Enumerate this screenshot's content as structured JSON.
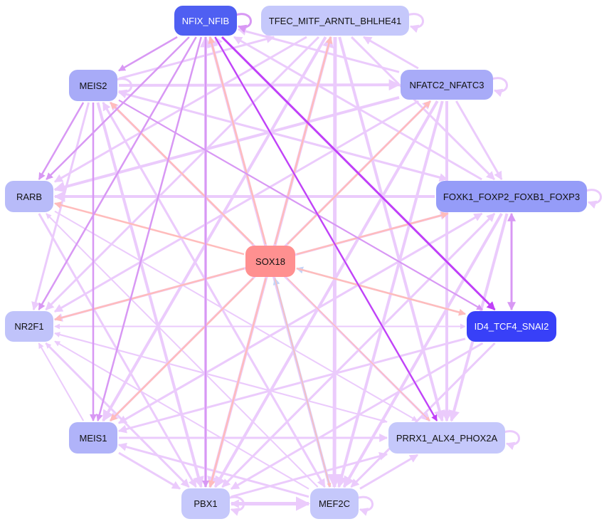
{
  "nodes": [
    {
      "id": "nfix",
      "label": "NFIX_NFIB",
      "fill": "#4f5ff2",
      "text": "#ffffff"
    },
    {
      "id": "tfec",
      "label": "TFEC_MITF_ARNTL_BHLHE41",
      "fill": "#c5c8fb",
      "text": "#111111"
    },
    {
      "id": "meis2",
      "label": "MEIS2",
      "fill": "#a8abf8",
      "text": "#111111"
    },
    {
      "id": "nfatc",
      "label": "NFATC2_NFATC3",
      "fill": "#a8abf8",
      "text": "#111111"
    },
    {
      "id": "rarb",
      "label": "RARB",
      "fill": "#b8bbf9",
      "text": "#111111"
    },
    {
      "id": "foxk",
      "label": "FOXK1_FOXP2_FOXB1_FOXP3",
      "fill": "#959cf8",
      "text": "#111111"
    },
    {
      "id": "sox",
      "label": "SOX18",
      "fill": "#ff9090",
      "text": "#111111"
    },
    {
      "id": "nr2f1",
      "label": "NR2F1",
      "fill": "#c0c3fa",
      "text": "#111111"
    },
    {
      "id": "id4",
      "label": "ID4_TCF4_SNAI2",
      "fill": "#3840f8",
      "text": "#ffffff"
    },
    {
      "id": "meis1",
      "label": "MEIS1",
      "fill": "#b0b3f9",
      "text": "#111111"
    },
    {
      "id": "prrx",
      "label": "PRRX1_ALX4_PHOX2A",
      "fill": "#c5c8fb",
      "text": "#111111"
    },
    {
      "id": "pbx1",
      "label": "PBX1",
      "fill": "#c5c8fb",
      "text": "#111111"
    },
    {
      "id": "mef2c",
      "label": "MEF2C",
      "fill": "#c5c8fb",
      "text": "#111111"
    }
  ],
  "edge_colors": {
    "light": "#ebcbfc",
    "mid": "#d898f4",
    "strong": "#c040f8",
    "repress": "#ffbcbc",
    "blue": "#c4d4f8"
  },
  "edges": [
    [
      "nfix",
      "id4",
      "strong",
      3
    ],
    [
      "nfix",
      "prrx",
      "strong",
      2.2
    ],
    [
      "meis2",
      "id4",
      "mid",
      2.2
    ],
    [
      "foxk",
      "id4",
      "mid",
      3
    ],
    [
      "id4",
      "foxk",
      "mid",
      3
    ],
    [
      "nfix",
      "meis2",
      "mid",
      2.5
    ],
    [
      "nfix",
      "rarb",
      "mid",
      2.5
    ],
    [
      "nfix",
      "nr2f1",
      "mid",
      2.5
    ],
    [
      "nfix",
      "meis1",
      "mid",
      2.5
    ],
    [
      "nfix",
      "pbx1",
      "mid",
      2.5
    ],
    [
      "meis2",
      "rarb",
      "mid",
      2.5
    ],
    [
      "meis2",
      "meis1",
      "mid",
      2.5
    ],
    [
      "meis2",
      "nr2f1",
      "light",
      3
    ],
    [
      "sox",
      "nfix",
      "repress",
      2.5
    ],
    [
      "sox",
      "meis2",
      "repress",
      2.5
    ],
    [
      "sox",
      "rarb",
      "repress",
      2.5
    ],
    [
      "sox",
      "nr2f1",
      "repress",
      2.5
    ],
    [
      "sox",
      "meis1",
      "repress",
      2.5
    ],
    [
      "sox",
      "pbx1",
      "repress",
      2.5
    ],
    [
      "sox",
      "tfec",
      "repress",
      2.5
    ],
    [
      "sox",
      "nfatc",
      "repress",
      2.5
    ],
    [
      "sox",
      "foxk",
      "repress",
      2.5
    ],
    [
      "sox",
      "id4",
      "repress",
      2.5
    ],
    [
      "sox",
      "prrx",
      "repress",
      1.5
    ],
    [
      "sox",
      "mef2c",
      "repress",
      1.5
    ],
    [
      "mef2c",
      "sox",
      "blue",
      2.5
    ],
    [
      "id4",
      "sox",
      "blue",
      2.5
    ],
    [
      "meis2",
      "tfec",
      "light",
      3
    ],
    [
      "meis2",
      "nfatc",
      "light",
      4
    ],
    [
      "meis2",
      "foxk",
      "light",
      3
    ],
    [
      "meis2",
      "prrx",
      "light",
      3
    ],
    [
      "meis2",
      "pbx1",
      "light",
      4
    ],
    [
      "meis2",
      "mef2c",
      "light",
      3
    ],
    [
      "nfatc",
      "nfix",
      "light",
      3
    ],
    [
      "nfatc",
      "rarb",
      "light",
      4
    ],
    [
      "nfatc",
      "nr2f1",
      "light",
      3
    ],
    [
      "nfatc",
      "meis1",
      "light",
      3
    ],
    [
      "nfatc",
      "pbx1",
      "light",
      4
    ],
    [
      "nfatc",
      "mef2c",
      "light",
      4
    ],
    [
      "nfatc",
      "prrx",
      "light",
      4
    ],
    [
      "nfatc",
      "foxk",
      "light",
      3
    ],
    [
      "nfatc",
      "tfec",
      "light",
      3
    ],
    [
      "foxk",
      "rarb",
      "light",
      4
    ],
    [
      "foxk",
      "nr2f1",
      "light",
      3
    ],
    [
      "foxk",
      "meis1",
      "light",
      3
    ],
    [
      "foxk",
      "pbx1",
      "light",
      3
    ],
    [
      "foxk",
      "mef2c",
      "light",
      4
    ],
    [
      "foxk",
      "prrx",
      "light",
      4
    ],
    [
      "foxk",
      "nfix",
      "light",
      3
    ],
    [
      "foxk",
      "meis2",
      "light",
      3
    ],
    [
      "tfec",
      "rarb",
      "light",
      3
    ],
    [
      "tfec",
      "nr2f1",
      "light",
      3
    ],
    [
      "tfec",
      "meis1",
      "light",
      4
    ],
    [
      "tfec",
      "pbx1",
      "light",
      4
    ],
    [
      "tfec",
      "mef2c",
      "light",
      5
    ],
    [
      "tfec",
      "prrx",
      "light",
      4
    ],
    [
      "tfec",
      "foxk",
      "light",
      3
    ],
    [
      "rarb",
      "pbx1",
      "light",
      3
    ],
    [
      "rarb",
      "prrx",
      "light",
      2
    ],
    [
      "nr2f1",
      "id4",
      "light",
      2
    ],
    [
      "nr2f1",
      "foxk",
      "light",
      3
    ],
    [
      "nr2f1",
      "prrx",
      "light",
      2
    ],
    [
      "nr2f1",
      "pbx1",
      "light",
      3
    ],
    [
      "meis1",
      "prrx",
      "light",
      3
    ],
    [
      "meis1",
      "pbx1",
      "light",
      3
    ],
    [
      "meis1",
      "nr2f1",
      "light",
      2
    ],
    [
      "meis1",
      "foxk",
      "light",
      3
    ],
    [
      "meis1",
      "nfatc",
      "light",
      3
    ],
    [
      "pbx1",
      "mef2c",
      "light",
      5
    ],
    [
      "mef2c",
      "pbx1",
      "light",
      3
    ],
    [
      "pbx1",
      "prrx",
      "light",
      3
    ],
    [
      "pbx1",
      "nfix",
      "light",
      4
    ],
    [
      "pbx1",
      "tfec",
      "light",
      4
    ],
    [
      "pbx1",
      "foxk",
      "light",
      3
    ],
    [
      "pbx1",
      "nr2f1",
      "light",
      2
    ],
    [
      "mef2c",
      "meis1",
      "light",
      3
    ],
    [
      "mef2c",
      "nr2f1",
      "light",
      2
    ],
    [
      "mef2c",
      "prrx",
      "light",
      3
    ],
    [
      "mef2c",
      "nfix",
      "light",
      4
    ],
    [
      "mef2c",
      "rarb",
      "light",
      2
    ],
    [
      "mef2c",
      "meis2",
      "light",
      3
    ],
    [
      "prrx",
      "nr2f1",
      "light",
      2
    ],
    [
      "prrx",
      "meis2",
      "light",
      3
    ],
    [
      "prrx",
      "nfix",
      "light",
      3
    ],
    [
      "id4",
      "nr2f1",
      "light",
      2
    ],
    [
      "id4",
      "meis1",
      "light",
      3
    ],
    [
      "id4",
      "pbx1",
      "light",
      3
    ],
    [
      "id4",
      "mef2c",
      "light",
      3
    ]
  ],
  "self_loops": [
    "nfix",
    "tfec",
    "meis2",
    "nfatc",
    "foxk",
    "prrx",
    "mef2c",
    "pbx1"
  ]
}
